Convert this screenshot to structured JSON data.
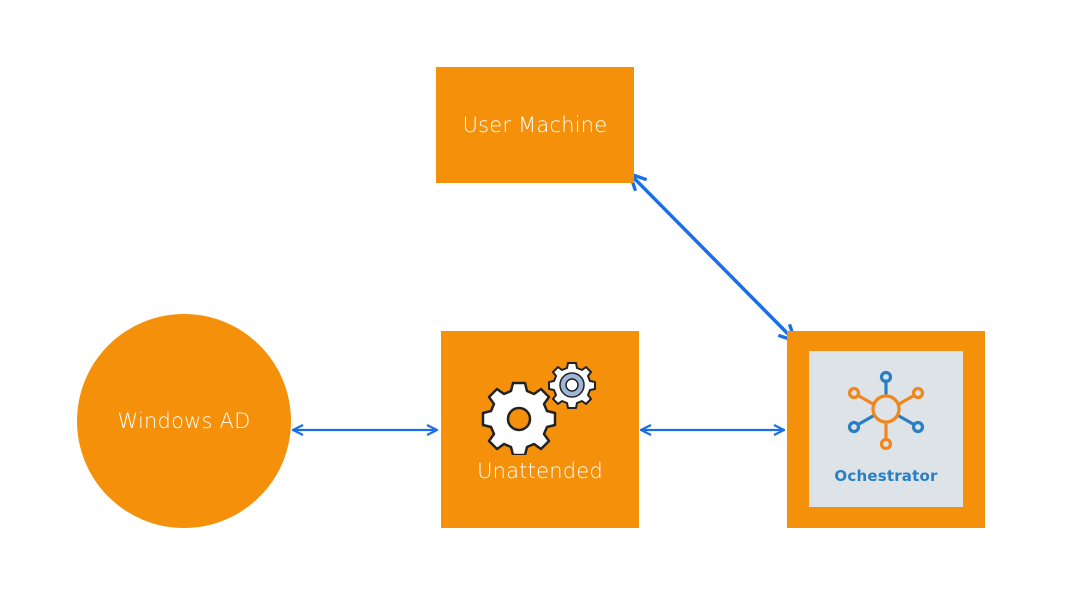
{
  "nodes": {
    "user_machine": "User Machine",
    "windows_ad": "Windows AD",
    "unattended": "Unattended",
    "orchestrator": "Ochestrator"
  },
  "colors": {
    "node_fill": "#f5900a",
    "arrow": "#1a6fe6",
    "orchestrator_text": "#2a7fc4",
    "orchestrator_bg": "#dde3e7"
  },
  "icons": {
    "unattended": "gears-icon",
    "orchestrator": "orchestrator-hub-icon"
  }
}
